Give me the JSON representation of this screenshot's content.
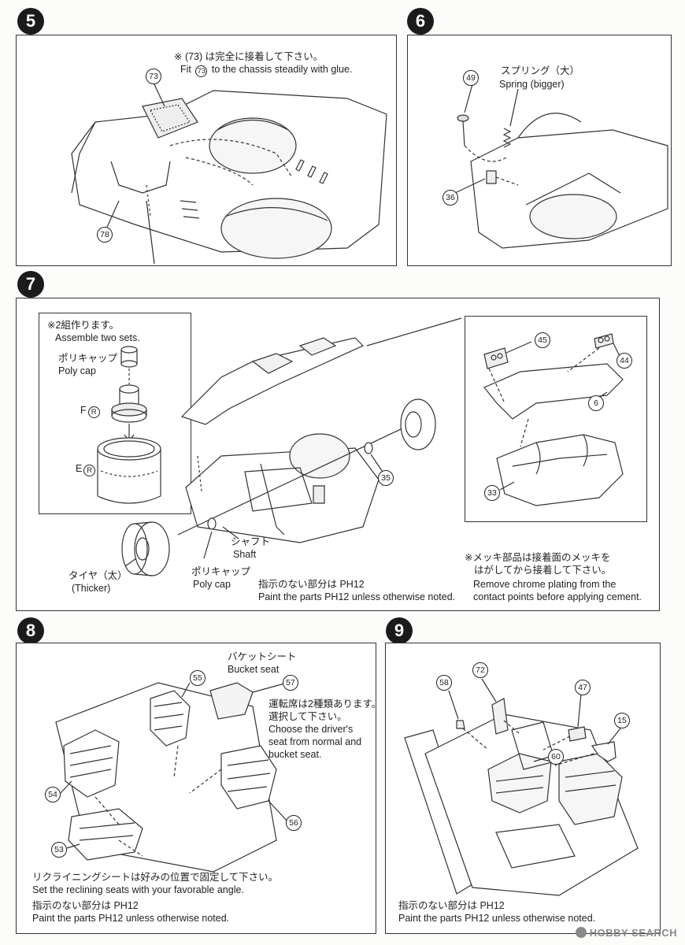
{
  "steps": {
    "s5": {
      "number": "5",
      "note_jp": "※ (73) は完全に接着して下さい。",
      "note_en_prefix": "Fit",
      "note_en_part": "73",
      "note_en_suffix": "to the chassis steadily with glue.",
      "parts": [
        "73",
        "78"
      ]
    },
    "s6": {
      "number": "6",
      "label_jp": "スプリング（大）",
      "label_en": "Spring (bigger)",
      "parts": [
        "49",
        "36"
      ]
    },
    "s7": {
      "number": "7",
      "inset_note_jp": "※2組作ります。",
      "inset_note_en": "Assemble two sets.",
      "polycap_jp": "ポリキャップ",
      "polycap_en": "Poly cap",
      "f_label": "F",
      "e_label": "E",
      "runner_mark": "R",
      "shaft_jp": "シャフト",
      "shaft_en": "Shaft",
      "tire_jp": "タイヤ（太）",
      "tire_en": "(Thicker)",
      "polycap2_jp": "ポリキャップ",
      "polycap2_en": "Poly cap",
      "paint_jp": "指示のない部分は PH12",
      "paint_en": "Paint the parts PH12 unless otherwise noted.",
      "chrome_jp1": "※メッキ部品は接着面のメッキを",
      "chrome_jp2": "はがしてから接着して下さい。",
      "chrome_en1": "Remove chrome plating from the",
      "chrome_en2": "contact points before applying cement.",
      "parts": [
        "35",
        "45",
        "44",
        "6",
        "33"
      ]
    },
    "s8": {
      "number": "8",
      "bucket_jp": "バケットシート",
      "bucket_en": "Bucket seat",
      "choice_jp1": "運転席は2種類あります。",
      "choice_jp2": "選択して下さい。",
      "choice_en1": "Choose the driver's",
      "choice_en2": "seat from normal and",
      "choice_en3": "bucket seat.",
      "recline_jp": "リクライニングシートは好みの位置で固定して下さい。",
      "recline_en": "Set the reclining seats with your favorable angle.",
      "paint_jp": "指示のない部分は PH12",
      "paint_en": "Paint the parts PH12 unless otherwise noted.",
      "parts": [
        "55",
        "57",
        "54",
        "56",
        "53"
      ]
    },
    "s9": {
      "number": "9",
      "paint_jp": "指示のない部分は PH12",
      "paint_en": "Paint the parts PH12 unless otherwise noted.",
      "parts": [
        "58",
        "72",
        "47",
        "15",
        "60"
      ]
    }
  },
  "watermark": "HOBBY SEARCH",
  "colors": {
    "ink": "#222222",
    "badge": "#1b1b1b",
    "paper": "#fcfcfb"
  }
}
